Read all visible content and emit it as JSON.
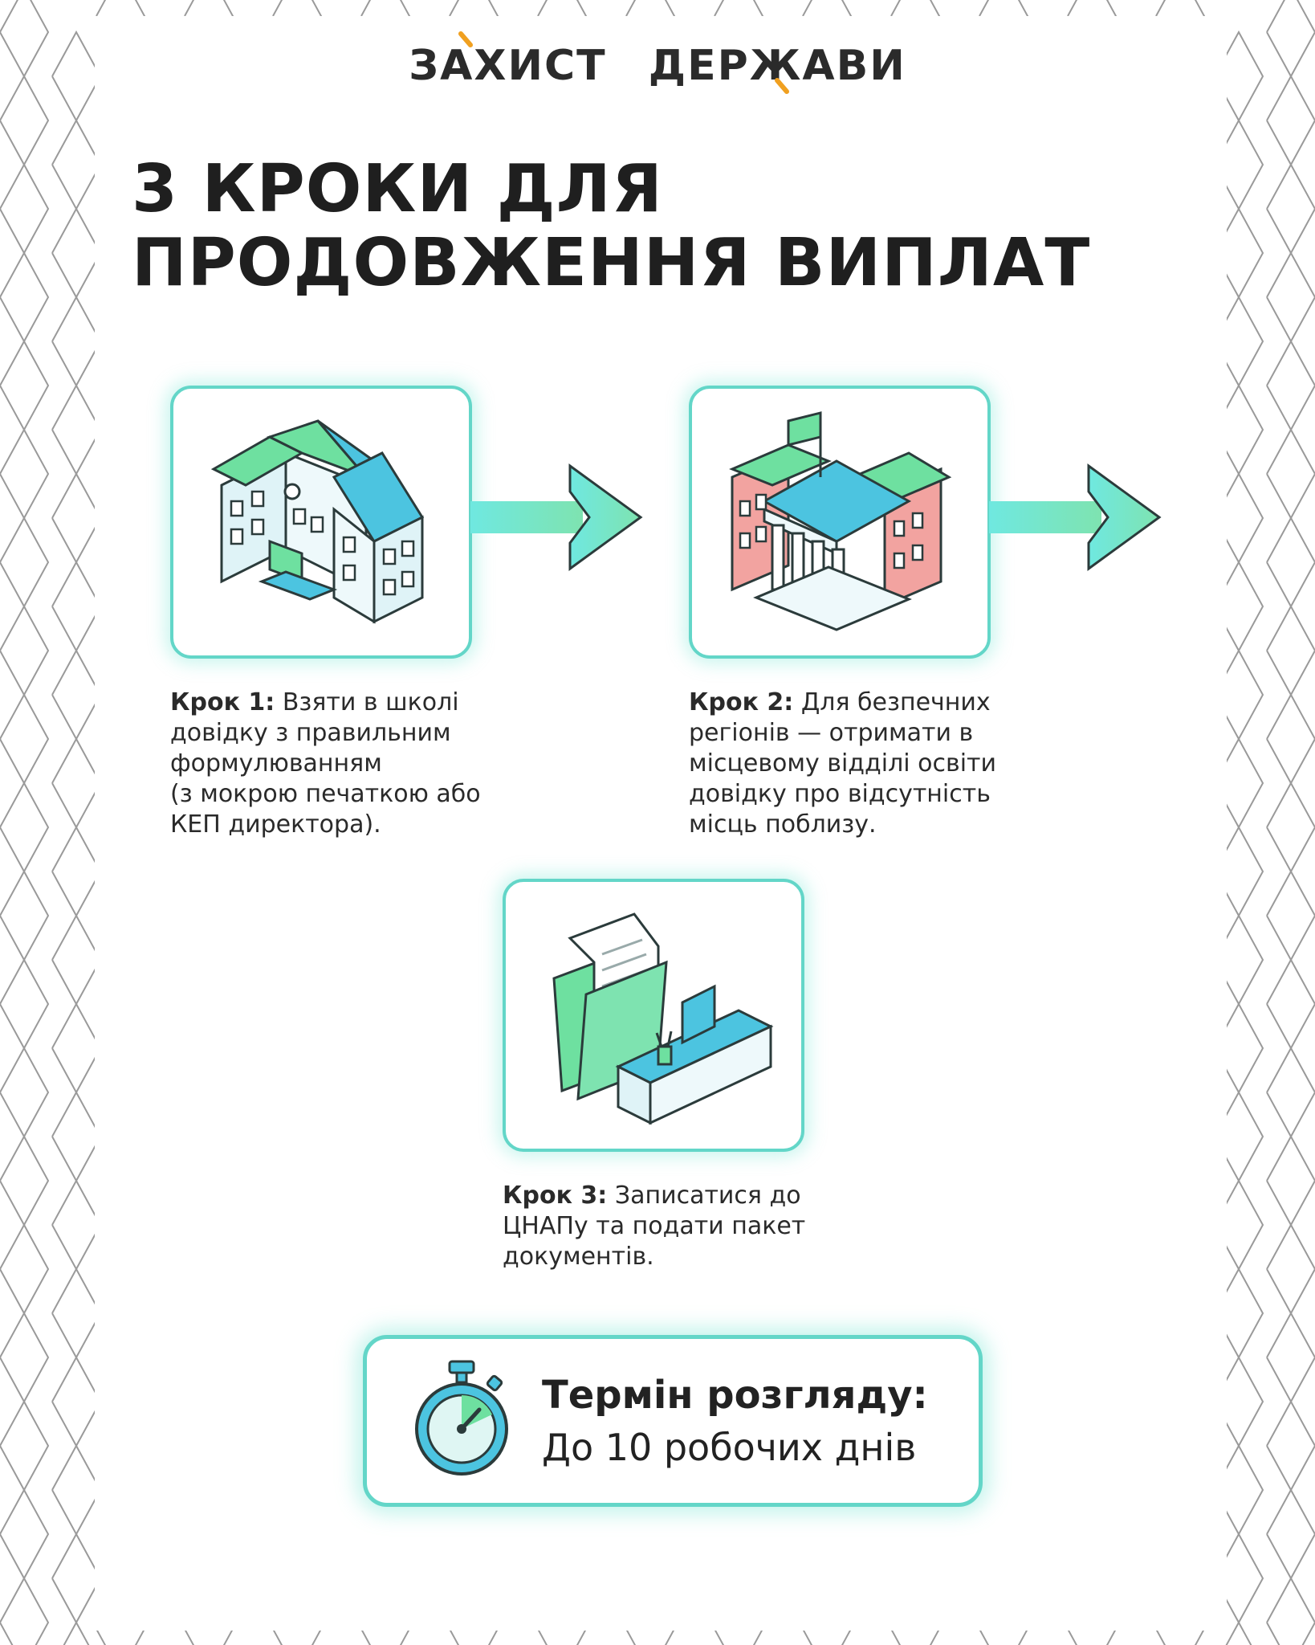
{
  "logo": {
    "word1": "ЗАХИСТ",
    "word2": "ДЕРЖАВИ",
    "accent_color": "#f0a020"
  },
  "title": {
    "line1": "3 КРОКИ ДЛЯ",
    "line2": "ПРОДОВЖЕННЯ ВИПЛАТ"
  },
  "steps": [
    {
      "label": "Крок 1:",
      "text_lines": [
        "Взяти в школі",
        "довідку з правильним",
        "формулюванням",
        "(з мокрою печаткою або",
        "КЕП директора)."
      ],
      "icon": "school-building-icon"
    },
    {
      "label": "Крок 2:",
      "text_lines": [
        "Для безпечних",
        "регіонів — отримати в",
        "місцевому відділі освіти",
        "довідку про відсутність",
        "місць поблизу."
      ],
      "icon": "government-building-icon"
    },
    {
      "label": "Крок 3:",
      "text_lines": [
        "Записатися до",
        "ЦНАПу та подати пакет",
        "документів."
      ],
      "icon": "documents-desk-icon"
    }
  ],
  "deadline": {
    "title": "Термін розгляду:",
    "value": "До 10 робочих днів",
    "icon": "stopwatch-icon"
  },
  "colors": {
    "accent_teal": "#63d6c8",
    "green": "#6ee0a0",
    "blue": "#4cc4e0",
    "pink": "#f2a3a0",
    "title_dark": "#1f1f1f"
  }
}
